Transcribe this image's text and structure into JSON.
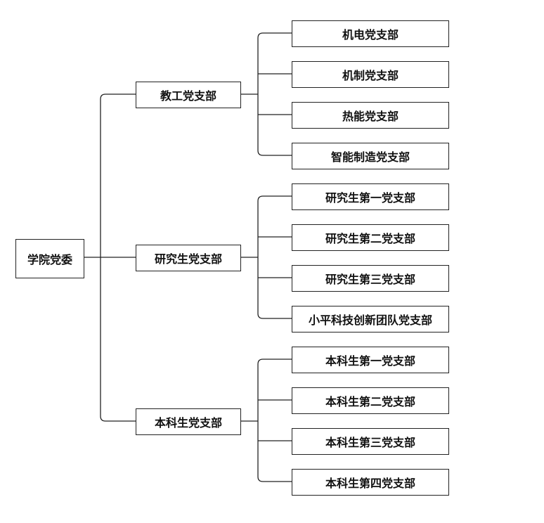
{
  "root": {
    "label": "学院党委"
  },
  "branches": [
    {
      "label": "教工党支部",
      "children": [
        "机电党支部",
        "机制党支部",
        "热能党支部",
        "智能制造党支部"
      ]
    },
    {
      "label": "研究生党支部",
      "children": [
        "研究生第一党支部",
        "研究生第二党支部",
        "研究生第三党支部",
        "小平科技创新团队党支部"
      ]
    },
    {
      "label": "本科生党支部",
      "children": [
        "本科生第一党支部",
        "本科生第二党支部",
        "本科生第三党支部",
        "本科生第四党支部"
      ]
    }
  ],
  "line_color": "#222222"
}
